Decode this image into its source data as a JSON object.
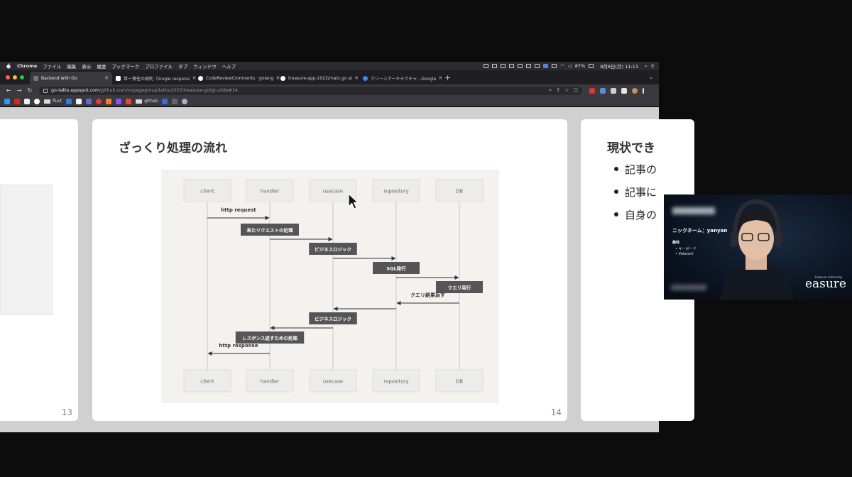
{
  "menubar": {
    "app": "Chrome",
    "items": [
      "ファイル",
      "編集",
      "表示",
      "履歴",
      "ブックマーク",
      "プロファイル",
      "タブ",
      "ウィンドウ",
      "ヘルプ"
    ],
    "battery": "87%",
    "datetime": "8月8日(月)  11:13"
  },
  "tabs": [
    {
      "title": "Backend with Go",
      "color": "#6a7a8a",
      "active": true
    },
    {
      "title": "単一責任の原則（Single responsi",
      "color": "#ffffff",
      "active": false
    },
    {
      "title": "CodeReviewComments · golang",
      "color": "#ffffff",
      "active": false
    },
    {
      "title": "treasure-app-2022/main.go at",
      "color": "#ffffff",
      "active": false
    },
    {
      "title": "クリーンアーキテクチャ - Google",
      "color": "#4285f4",
      "active": false
    }
  ],
  "address": {
    "host": "go-talks.appspot.com",
    "path": "/github.com/voyagegroup/talks/2022/treasure-go/go.slide#14"
  },
  "bookmarks": {
    "folder1": "fluct",
    "folder2": "github"
  },
  "slides": {
    "prev_number": "13",
    "main_title": "ざっくり処理の流れ",
    "main_number": "14",
    "next_title": "現状でき",
    "next_items": [
      "記事の",
      "記事に",
      "自身の"
    ]
  },
  "sequence": {
    "participants": [
      "client",
      "handler",
      "usecase",
      "repository",
      "DB"
    ],
    "messages": [
      {
        "text": "http request",
        "type": "label",
        "from": 0,
        "to": 1
      },
      {
        "text": "来たリクエストの処理",
        "type": "box",
        "at": 1
      },
      {
        "text": "",
        "type": "arrow",
        "from": 1,
        "to": 2
      },
      {
        "text": "ビジネスロジック",
        "type": "box",
        "at": 2
      },
      {
        "text": "",
        "type": "arrow",
        "from": 2,
        "to": 3
      },
      {
        "text": "SQL発行",
        "type": "box",
        "at": 3
      },
      {
        "text": "",
        "type": "arrow",
        "from": 3,
        "to": 4
      },
      {
        "text": "クエリ実行",
        "type": "box",
        "at": 4
      },
      {
        "text": "クエリ結果返す",
        "type": "label",
        "from": 4,
        "to": 3
      },
      {
        "text": "",
        "type": "arrow",
        "from": 3,
        "to": 2
      },
      {
        "text": "ビジネスロジック",
        "type": "box",
        "at": 2
      },
      {
        "text": "",
        "type": "arrow",
        "from": 2,
        "to": 1
      },
      {
        "text": "レスポンス返すための処理",
        "type": "box",
        "at": 1
      },
      {
        "text": "http response",
        "type": "label",
        "from": 1,
        "to": 0
      }
    ]
  },
  "webcam": {
    "nickname": "ニックネーム：yanyan",
    "hobby_title": "趣味",
    "hobbies": [
      "キーボード",
      "Valorant"
    ],
    "brand": "easure",
    "brand_sub": "treasure internship"
  }
}
